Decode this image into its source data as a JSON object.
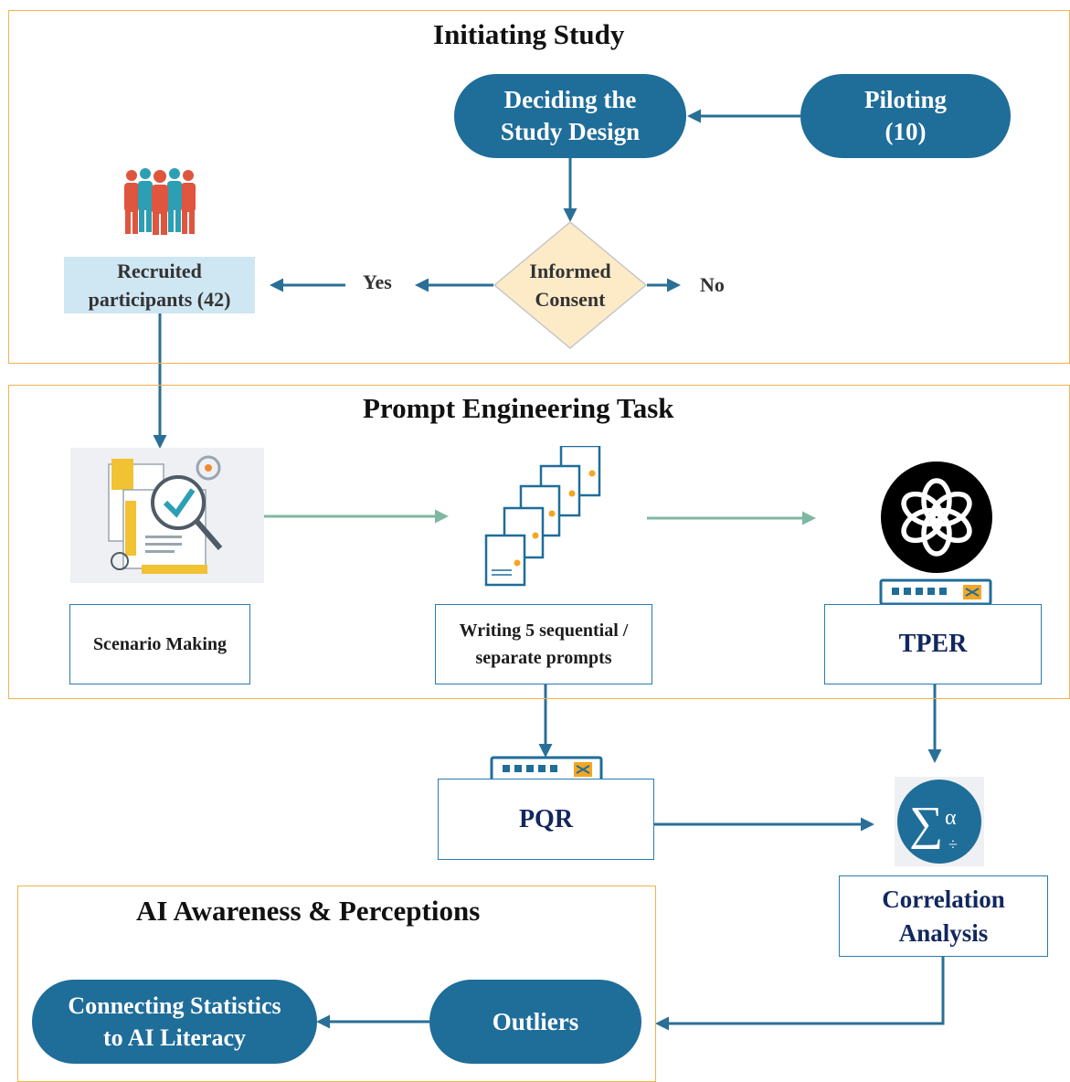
{
  "sections": {
    "initiating": {
      "title": "Initiating Study"
    },
    "prompt_task": {
      "title": "Prompt Engineering Task"
    },
    "ai_awareness": {
      "title": "AI Awareness & Perceptions"
    }
  },
  "nodes": {
    "study_design": "Deciding the\nStudy Design",
    "piloting": "Piloting\n(10)",
    "informed_consent": "Informed\nConsent",
    "recruited": "Recruited\nparticipants (42)",
    "scenario": "Scenario Making",
    "writing_prompts": "Writing 5 sequential /\nseparate prompts",
    "tper": "TPER",
    "pqr": "PQR",
    "correlation": "Correlation\nAnalysis",
    "outliers": "Outliers",
    "connecting": "Connecting Statistics\nto AI Literacy"
  },
  "edge_labels": {
    "yes": "Yes",
    "no": "No"
  },
  "icons": {
    "people": "people-group-icon",
    "scenario": "document-checklist-icon",
    "prompts": "stacked-documents-icon",
    "openai": "openai-logo-icon",
    "device": "network-switch-icon",
    "stats": "sigma-statistics-icon"
  },
  "colors": {
    "pill": "#1f6d99",
    "arrow": "#2a6f97",
    "green_arrow": "#7fb8a0",
    "section_border": "#f2b24a",
    "diamond_fill": "#fdebc8",
    "recruited_fill": "#cfe6f3",
    "navy_text": "#12275e"
  }
}
